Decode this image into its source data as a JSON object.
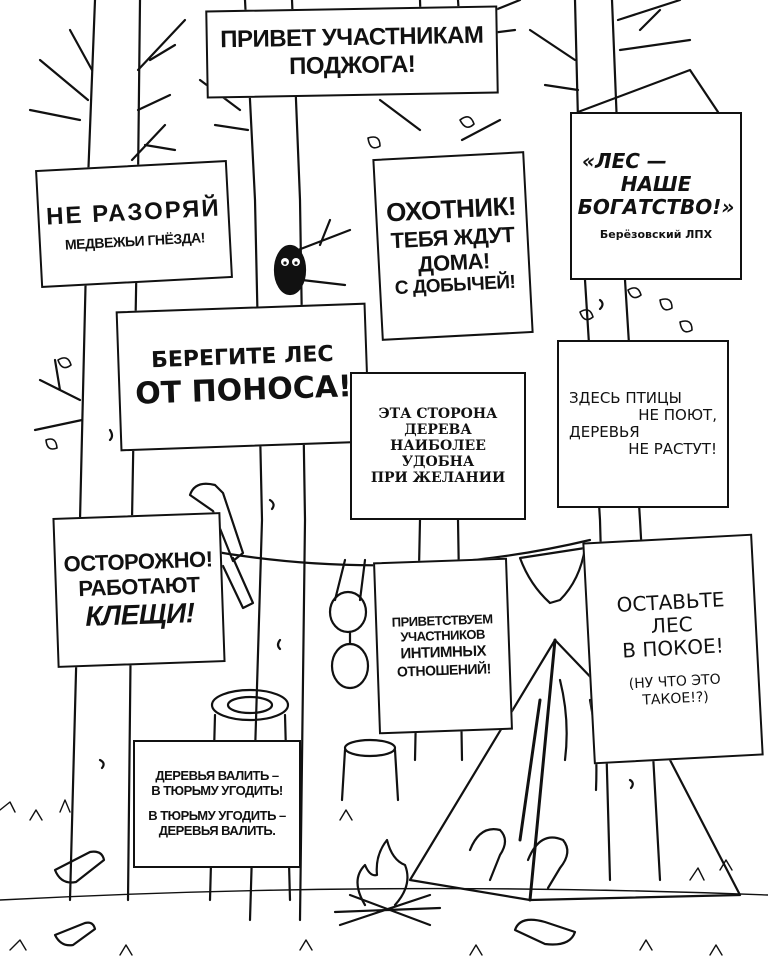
{
  "signs": {
    "welcome": "ПРИВЕТ УЧАСТНИКАМ ПОДЖОГА!",
    "nests": {
      "line1": "НЕ РАЗОРЯЙ",
      "line2": "МЕДВЕЖЬИ ГНЁЗДА!"
    },
    "hunter": {
      "line1": "ОХОТНИК!",
      "line2": "ТЕБЯ ЖДУТ",
      "line3": "ДОМА!",
      "line4": "С ДОБЫЧЕЙ!"
    },
    "wealth": {
      "line1": "«ЛЕС —",
      "line2": "НАШЕ",
      "line3": "БОГАТСТВО!»",
      "footer": "Берёзовский ЛПХ"
    },
    "protect": {
      "line1": "БЕРЕГИТЕ ЛЕС",
      "line2": "ОТ ПОНОСА!"
    },
    "convenient": {
      "line1": "ЭТА СТОРОНА",
      "line2": "ДЕРЕВА",
      "line3": "НАИБОЛЕЕ",
      "line4": "УДОБНА",
      "line5": "ПРИ ЖЕЛАНИИ"
    },
    "birds": {
      "line1": "ЗДЕСЬ ПТИЦЫ",
      "line2": "НЕ ПОЮТ,",
      "line3": "ДЕРЕВЬЯ",
      "line4": "НЕ РАСТУТ!"
    },
    "ticks": {
      "line1": "ОСТОРОЖНО!",
      "line2": "РАБОТАЮТ",
      "line3": "КЛЕЩИ!"
    },
    "intimate": {
      "line1": "ПРИВЕТСТВУЕМ",
      "line2": "УЧАСТНИКОВ",
      "line3": "ИНТИМНЫХ",
      "line4": "ОТНОШЕНИЙ!"
    },
    "leave": {
      "line1": "ОСТАВЬТЕ",
      "line2": "ЛЕС",
      "line3": "В ПОКОЕ!",
      "line4": "(НУ ЧТО ЭТО",
      "line5": "ТАКОЕ!?)"
    },
    "prison": {
      "line1": "ДЕРЕВЬЯ ВАЛИТЬ –",
      "line2": "В ТЮРЬМУ УГОДИТЬ!",
      "line3": "В ТЮРЬМУ УГОДИТЬ –",
      "line4": "ДЕРЕВЬЯ ВАЛИТЬ."
    }
  }
}
